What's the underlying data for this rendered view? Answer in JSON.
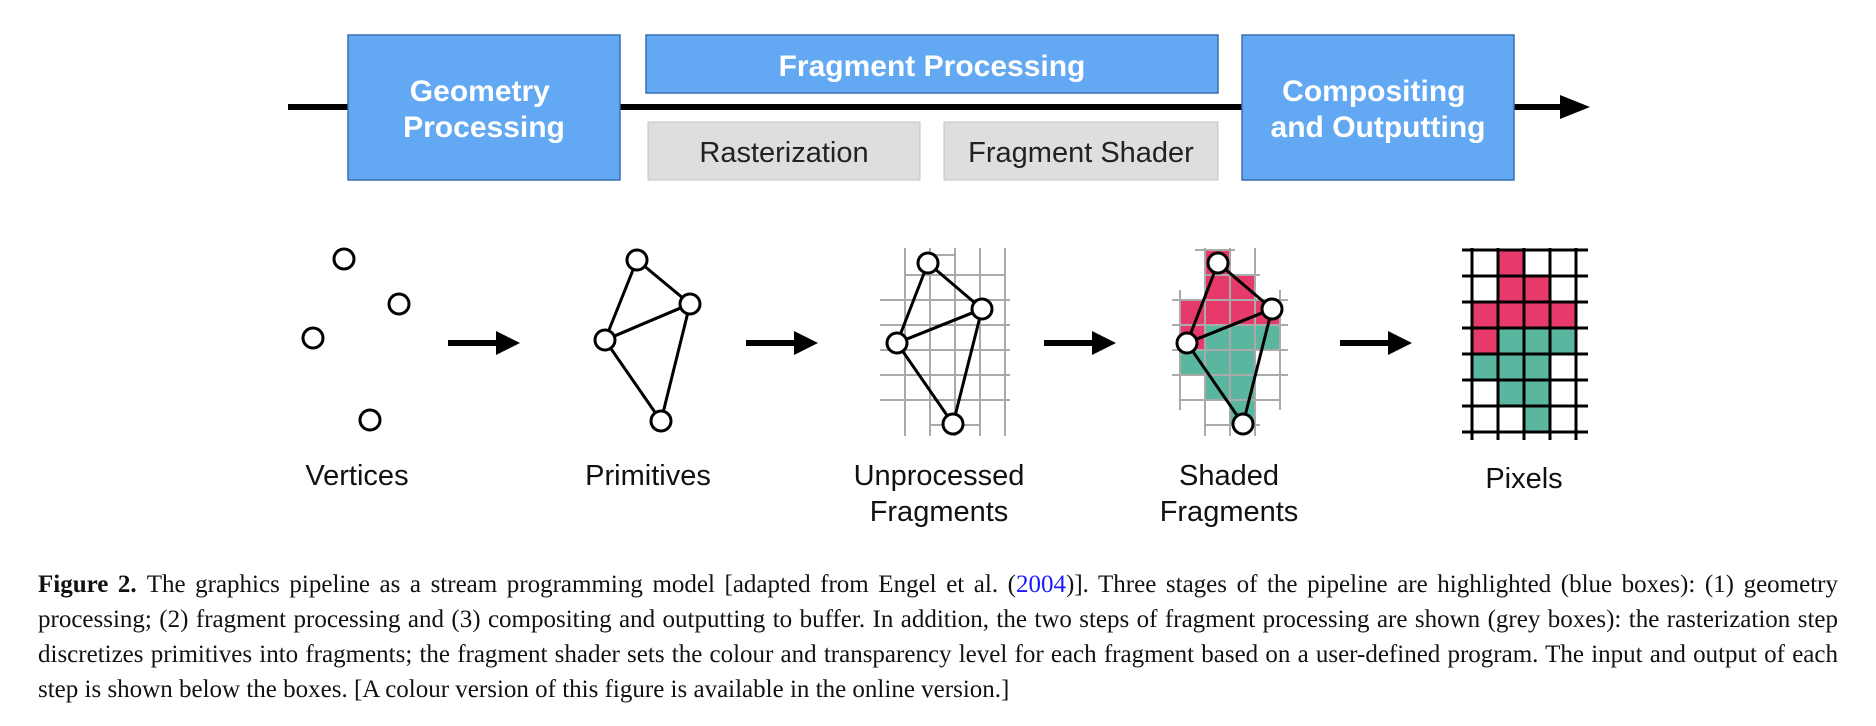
{
  "pipeline": {
    "stages": [
      {
        "label_lines": [
          "Geometry",
          "Processing"
        ]
      },
      {
        "label_lines": [
          "Fragment Processing"
        ]
      },
      {
        "label_lines": [
          "Compositing",
          "and Outputting"
        ]
      }
    ],
    "substeps": [
      {
        "label": "Rasterization"
      },
      {
        "label": "Fragment Shader"
      }
    ],
    "colors": {
      "stage_fill": "#62a8f2",
      "stage_border": "#3a6fb0",
      "substep_fill": "#dedede",
      "shaded_red": "#e63a6a",
      "shaded_teal": "#5bb6a0"
    }
  },
  "steps": [
    {
      "label_lines": [
        "Vertices"
      ]
    },
    {
      "label_lines": [
        "Primitives"
      ]
    },
    {
      "label_lines": [
        "Unprocessed",
        "Fragments"
      ]
    },
    {
      "label_lines": [
        "Shaded",
        "Fragments"
      ]
    },
    {
      "label_lines": [
        "Pixels"
      ]
    }
  ],
  "caption": {
    "figure_label": "Figure 2.",
    "text_before_link": "The graphics pipeline as a stream programming model [adapted from Engel et al. (",
    "link_text": "2004",
    "text_after_link": ")]. Three stages of the pipeline are highlighted (blue boxes): (1) geometry processing; (2) fragment processing and (3) compositing and outputting to buffer. In addition, the two steps of fragment processing are shown (grey boxes): the rasterization step discretizes primitives into fragments; the fragment shader sets the colour and transparency level for each fragment based on a user-defined program. The input and output of each step is shown below the boxes. [A colour version of this figure is available in the online version.]"
  }
}
